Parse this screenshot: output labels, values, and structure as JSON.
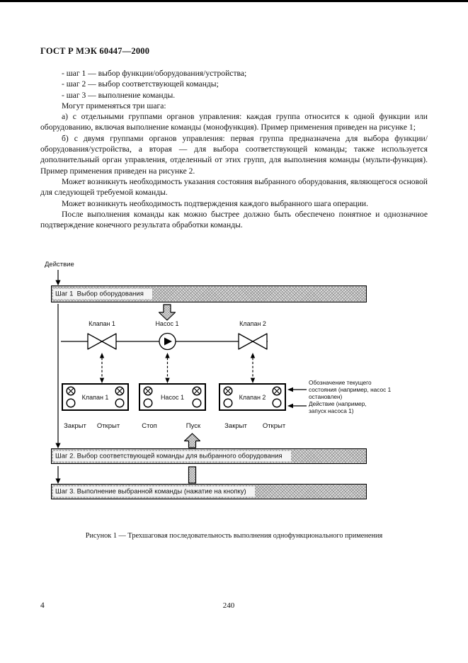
{
  "page": {
    "header": "ГОСТ Р МЭК 60447—2000",
    "footer_page_number": "4",
    "footer_center_number": "240"
  },
  "body": {
    "paragraphs": [
      "- шаг 1 — выбор функции/оборудования/устройства;",
      "- шаг 2 — выбор соответствующей команды;",
      "- шаг 3 — выполнение команды.",
      "Могут применяться три шага:",
      "а) с отдельными группами органов управления: каждая группа относится к одной функции или оборудованию, включая выполнение команды (монофункция). Пример применения приведен на рисунке 1;",
      "б) с двумя группами органов управления: первая группа предназначена для выбора функции/оборудования/устройства, а вторая — для выбора соответствующей команды; также используется дополнительный орган управления, отделенный от этих групп, для выполнения команды (мульти-функция). Пример применения приведен на рисунке 2.",
      "Может возникнуть необходимость указания состояния выбранного оборудования, являющегося основой для следующей требуемой команды.",
      "Может возникнуть необходимость подтверждения каждого выбранного шага операции.",
      "После выполнения команды как можно быстрее должно быть обеспечено понятное и однозначное подтверждение конечного результата обработки команды."
    ]
  },
  "diagram": {
    "action_label": "Действие",
    "bars": [
      {
        "label": "Шаг 1  Выбор оборудования"
      },
      {
        "label": "Шаг 2. Выбор соответствующей команды для выбранного оборудования"
      },
      {
        "label": "Шаг 3. Выполнение выбранной команды (нажатие на кнопку)"
      }
    ],
    "equipment_labels": [
      "Клапан 1",
      "Насос 1",
      "Клапан 2"
    ],
    "panels": [
      {
        "title": "Клапан 1",
        "states": [
          "Закрыт",
          "Открыт"
        ]
      },
      {
        "title": "Насос 1",
        "states": [
          "Стоп",
          "Пуск"
        ]
      },
      {
        "title": "Клапан 2",
        "states": [
          "Закрыт",
          "Открыт"
        ]
      }
    ],
    "callouts": [
      "Обозначение текущего состояния (например, насос 1 остановлен)",
      "Действие (например, запуск насоса 1)"
    ],
    "caption": "Рисунок 1 — Трехшаговая последовательность выполнения однофункционального применения"
  }
}
